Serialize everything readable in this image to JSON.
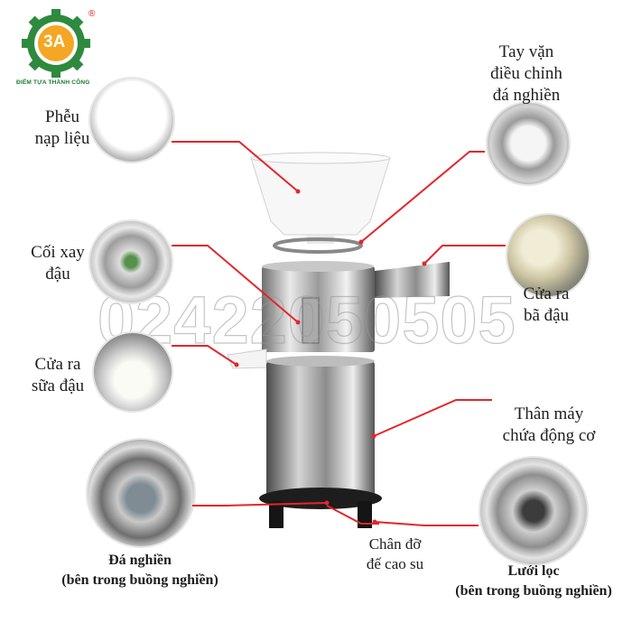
{
  "logo": {
    "mark": "3A",
    "tagline": "ĐIỂM TỰA THÀNH CÔNG",
    "registered": "®"
  },
  "watermark": "02422050505",
  "callouts": {
    "hopper": [
      "Phễu",
      "nạp liệu"
    ],
    "knob": [
      "Tay vặn",
      "điều chỉnh",
      "đá nghiền"
    ],
    "grinder": [
      "Cối xay",
      "đậu"
    ],
    "okara_outlet": [
      "Cửa ra",
      "bã đậu"
    ],
    "milk_outlet": [
      "Cửa ra",
      "sữa đậu"
    ],
    "body": [
      "Thân máy",
      "chứa động cơ"
    ],
    "stone": [
      "Đá nghiền",
      "(bên trong buồng nghiền)"
    ],
    "base": [
      "Chân đỡ",
      "đế cao su"
    ],
    "filter": [
      "Lưới lọc",
      "(bên trong buồng nghiền)"
    ]
  },
  "colors": {
    "line": "#e3262b",
    "text": "#1e1e1e",
    "logo_green": "#1d7a32"
  }
}
